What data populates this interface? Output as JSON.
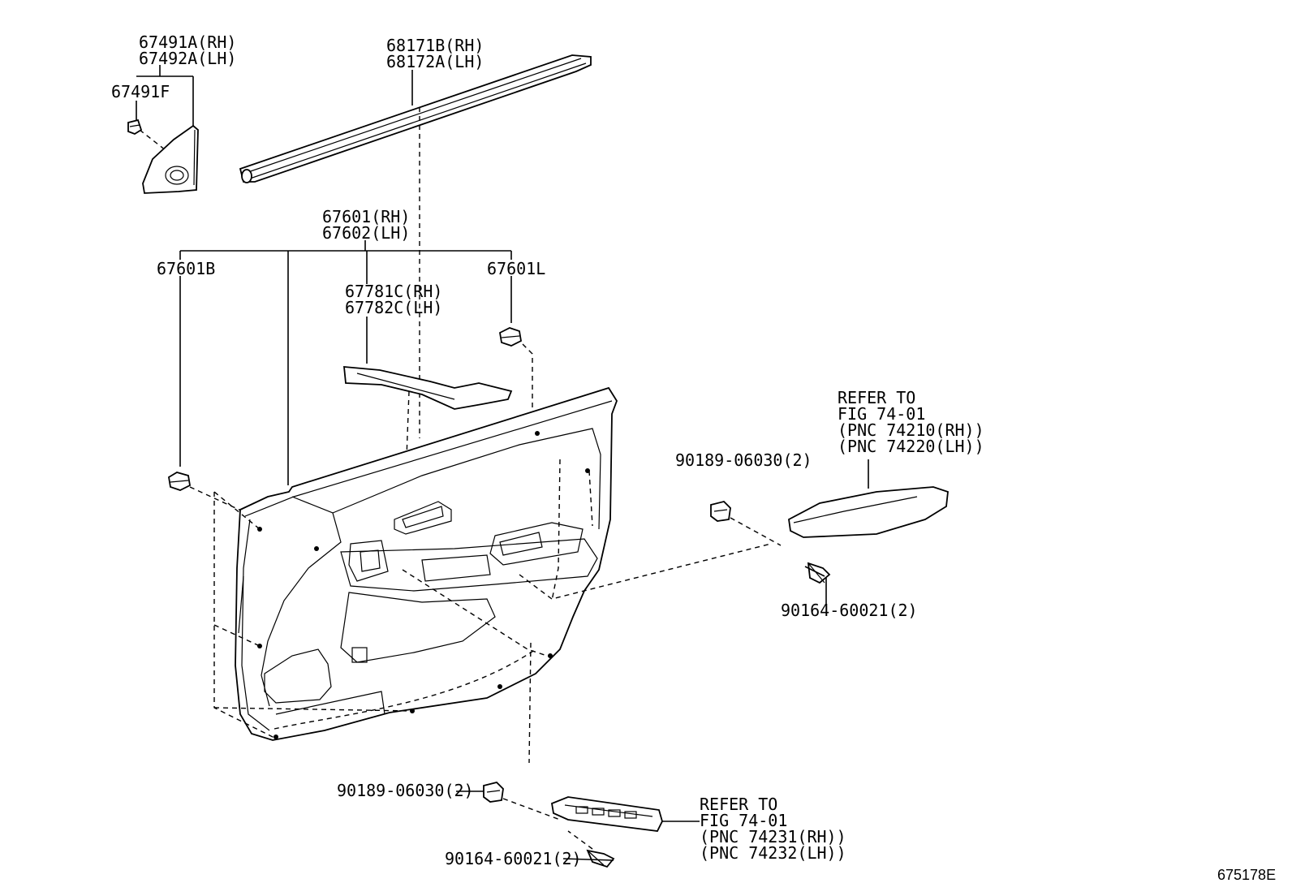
{
  "labels": {
    "p67491a": "67491A(RH)",
    "p67492a": "67492A(LH)",
    "p67491f": "67491F",
    "p68171b": "68171B(RH)",
    "p68172a": "68172A(LH)",
    "p67601": "67601(RH)",
    "p67602": "67602(LH)",
    "p67601b": "67601B",
    "p67601l": "67601L",
    "p67781c": "67781C(RH)",
    "p67782c": "67782C(LH)",
    "ref1_l1": "REFER TO",
    "ref1_l2": "FIG 74-01",
    "ref1_l3": "(PNC 74210(RH))",
    "ref1_l4": "(PNC 74220(LH))",
    "clip_upper": "90189-06030(2)",
    "screw_upper": "90164-60021(2)",
    "clip_lower": "90189-06030(2)",
    "screw_lower": "90164-60021(2)",
    "ref2_l1": "REFER TO",
    "ref2_l2": "FIG 74-01",
    "ref2_l3": "(PNC 74231(RH))",
    "ref2_l4": "(PNC 74232(LH))",
    "figure_id": "675178E"
  }
}
